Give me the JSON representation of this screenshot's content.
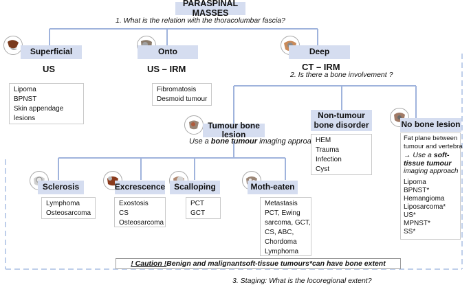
{
  "title": "PARASPINAL MASSES",
  "question1": "1. What is the relation with the thoracolumbar fascia?",
  "question2": "2. Is there a bone involvement ?",
  "question3": "3. Staging: What is the locoregional extent?",
  "superficial": {
    "label": "Superficial",
    "modality": "US",
    "items": [
      "Lipoma",
      "BPNST",
      "Skin appendage",
      "lesions"
    ]
  },
  "onto": {
    "label": "Onto",
    "modality": "US – IRM",
    "items": [
      "Fibromatosis",
      "Desmoid tumour"
    ]
  },
  "deep": {
    "label": "Deep",
    "modality": "CT – IRM"
  },
  "tumour_bone": {
    "label": "Tumour bone lesion",
    "note_pre": "Use a ",
    "note_bold": "bone tumour",
    "note_post": " imaging approach"
  },
  "non_tumour": {
    "label_line1": "Non-tumour",
    "label_line2": "bone disorder",
    "items": [
      "HEM",
      "Trauma",
      "Infection",
      "Cyst"
    ]
  },
  "no_bone": {
    "label": "No bone lesion",
    "note_line1": "Fat plane between",
    "note_line2": "tumour and vertebra",
    "arrow": "→",
    "use_a": " Use a ",
    "soft": "soft-",
    "tissue_tumour": "tissue tumour",
    "approach1": "imaging approach",
    "items": [
      "Lipoma",
      "BPNST*",
      "Hemangioma",
      "Liposarcoma*",
      "US*",
      "MPNST*",
      "SS*"
    ]
  },
  "sclerosis": {
    "label": "Sclerosis",
    "items": [
      "Lymphoma",
      "Osteosarcoma"
    ]
  },
  "excrescence": {
    "label": "Excrescence",
    "items": [
      "Exostosis",
      "CS",
      "Osteosarcoma"
    ]
  },
  "scalloping": {
    "label": "Scalloping",
    "items": [
      "PCT",
      "GCT"
    ]
  },
  "moth_eaten": {
    "label": "Moth-eaten",
    "items": [
      "Metastasis",
      "PCT, Ewing",
      "sarcoma, GCT,",
      "CS, ABC,",
      "Chordoma",
      "Lymphoma"
    ]
  },
  "caution": {
    "prefix": "! Caution !",
    "text": " Benign and malignant ",
    "bold_it": "soft-tissue tumours*",
    "suffix": " can have bone extent"
  },
  "colors": {
    "line": "#9fb3dc",
    "header": "#d5ddf0",
    "dash": "#a9bde3"
  }
}
